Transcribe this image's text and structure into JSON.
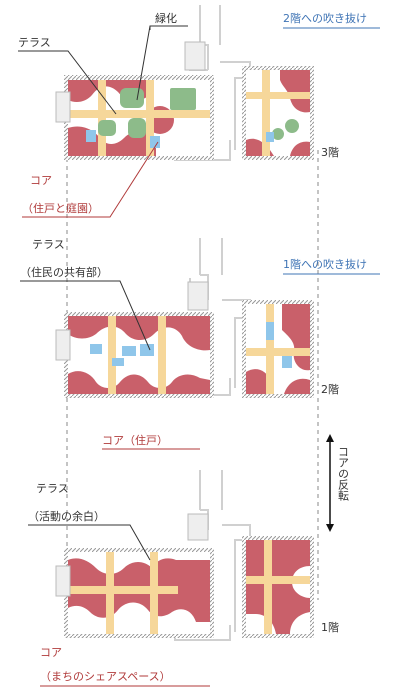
{
  "labels": {
    "greening": "緑化",
    "terrace_top": "テラス",
    "void_to_2f": "2階への吹き抜け",
    "floor3": "3階",
    "core_top_line1": "コア",
    "core_top_line2": "（住戸と庭園）",
    "terrace_mid_line1": "テラス",
    "terrace_mid_line2": "（住民の共有部）",
    "void_to_1f": "1階への吹き抜け",
    "floor2": "2階",
    "core_mid": "コア（住戸）",
    "core_reverse": "コアの反転",
    "terrace_bottom_line1": "テラス",
    "terrace_bottom_line2": "（活動の余白）",
    "floor1": "1階",
    "core_bottom_line1": "コア",
    "core_bottom_line2": "（まちのシェアスペース）"
  },
  "colors": {
    "core": "#c9606a",
    "terrace_yellow": "#f6d79a",
    "void_blue": "#8fc6ea",
    "greening_green": "#8dbb8a",
    "label_blue": "#3f74b5",
    "label_red": "#b03a3a"
  }
}
